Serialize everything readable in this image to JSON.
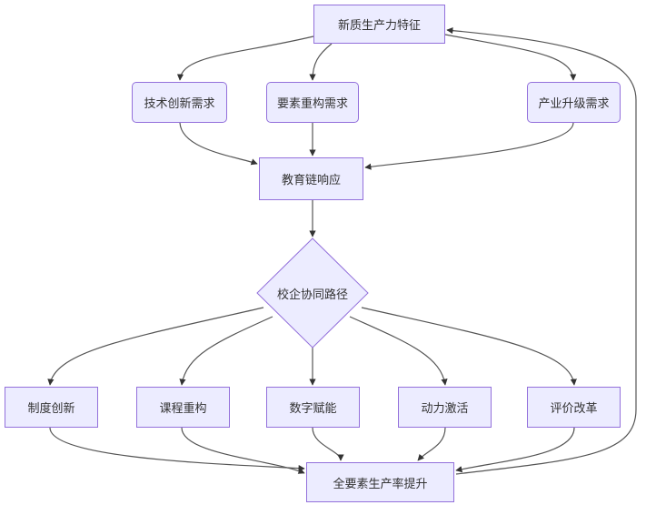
{
  "diagram": {
    "type": "flowchart",
    "colors": {
      "node_fill": "#ececff",
      "node_border": "#9370db",
      "edge": "#555555",
      "text": "#333333"
    },
    "nodes": {
      "n_top": "新质生产力特征",
      "n_tech": "技术创新需求",
      "n_factor": "要素重构需求",
      "n_industry": "产业升级需求",
      "n_edu": "教育链响应",
      "n_path": "校企协同路径",
      "n_sys": "制度创新",
      "n_course": "课程重构",
      "n_digital": "数字赋能",
      "n_power": "动力激活",
      "n_eval": "评价改革",
      "n_tfp": "全要素生产率提升"
    },
    "edges": [
      [
        "n_top",
        "n_tech"
      ],
      [
        "n_top",
        "n_factor"
      ],
      [
        "n_top",
        "n_industry"
      ],
      [
        "n_tech",
        "n_edu"
      ],
      [
        "n_factor",
        "n_edu"
      ],
      [
        "n_industry",
        "n_edu"
      ],
      [
        "n_edu",
        "n_path"
      ],
      [
        "n_path",
        "n_sys"
      ],
      [
        "n_path",
        "n_course"
      ],
      [
        "n_path",
        "n_digital"
      ],
      [
        "n_path",
        "n_power"
      ],
      [
        "n_path",
        "n_eval"
      ],
      [
        "n_sys",
        "n_tfp"
      ],
      [
        "n_course",
        "n_tfp"
      ],
      [
        "n_digital",
        "n_tfp"
      ],
      [
        "n_power",
        "n_tfp"
      ],
      [
        "n_eval",
        "n_tfp"
      ],
      [
        "n_tfp",
        "n_top"
      ]
    ]
  }
}
